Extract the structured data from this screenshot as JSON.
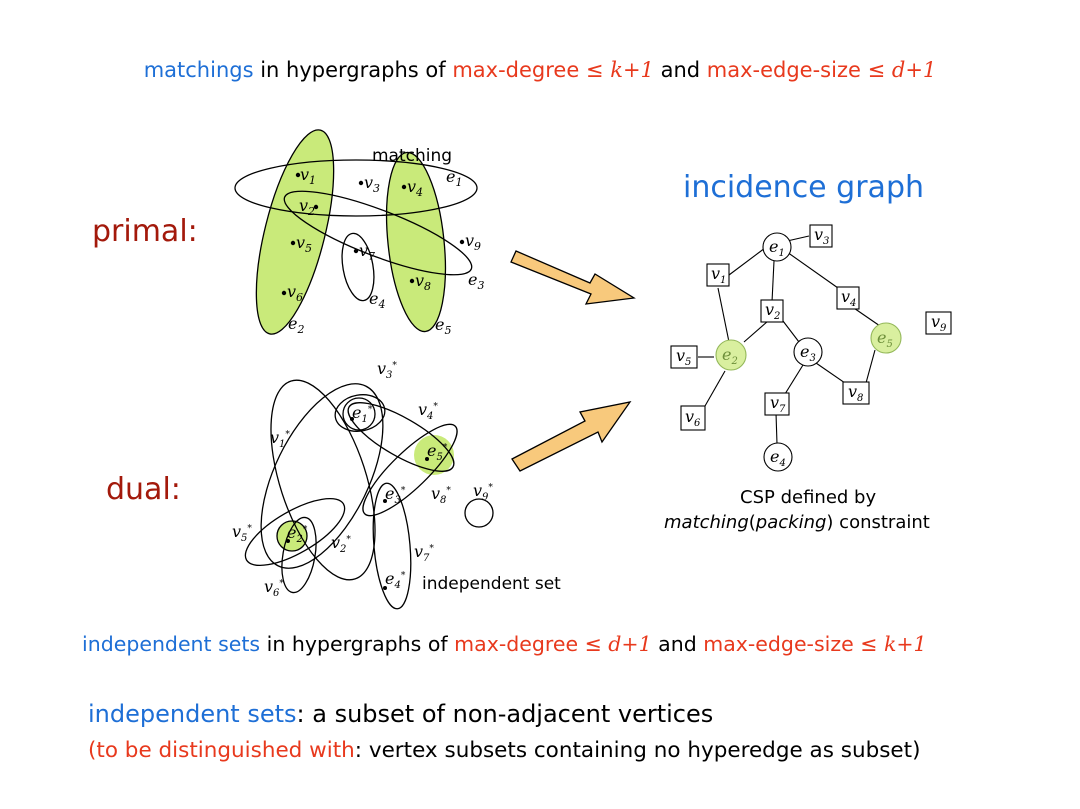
{
  "header": {
    "term": "matchings",
    "mid": " in hypergraphs of ",
    "deg": "max-degree",
    "le1": " ≤ ",
    "degval": "k",
    "plus1": "+1",
    "and": " and ",
    "size": "max-edge-size",
    "le2": " ≤ ",
    "sizeval": "d",
    "plus2": "+1"
  },
  "labels": {
    "primal": "primal:",
    "dual": "dual:",
    "incidence_graph": "incidence graph",
    "matching": "matching",
    "independent_set": "independent set",
    "csp_line1": "CSP defined by",
    "csp_matching": "matching",
    "csp_packing": "packing",
    "csp_constraint": "constraint"
  },
  "footer": {
    "term": "independent sets",
    "mid": " in hypergraphs of ",
    "deg": "max-degree",
    "le1": " ≤ ",
    "degval": "d",
    "plus1": "+1",
    "and": " and ",
    "size": "max-edge-size",
    "le2": " ≤ ",
    "sizeval": "k",
    "plus2": "+1"
  },
  "definition": {
    "term": "independent sets",
    "text": ":  a subset of non-adjacent vertices",
    "note_open": "(to be distinguished with",
    "note_text": ":  vertex subsets containing no hyperedge as subset)"
  },
  "primal_vertices": [
    "v1",
    "v2",
    "v3",
    "v4",
    "v5",
    "v6",
    "v7",
    "v8",
    "v9"
  ],
  "primal_edges": [
    "e1",
    "e2",
    "e3",
    "e4",
    "e5"
  ],
  "dual_vertices": [
    "e1*",
    "e2*",
    "e3*",
    "e4*",
    "e5*"
  ],
  "dual_edges": [
    "v1*",
    "v2*",
    "v3*",
    "v4*",
    "v5*",
    "v6*",
    "v7*",
    "v8*",
    "v9*"
  ],
  "colors": {
    "blue": "#1e6fd6",
    "red": "#e8391d",
    "dark_red": "#a3190b",
    "highlight_green": "#c9ea7a",
    "arrow_fill": "#f8c97c"
  }
}
